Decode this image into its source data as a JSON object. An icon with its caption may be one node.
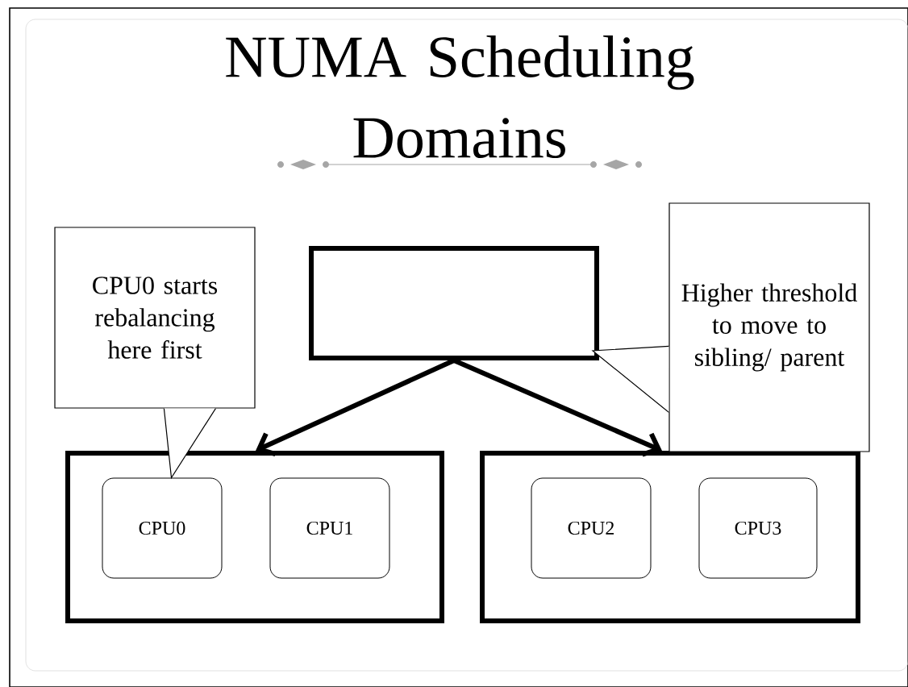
{
  "diagram": {
    "title": "NUMA Scheduling Domains",
    "nodes": [
      {
        "text": [],
        "shape": "box"
      },
      {
        "text": [],
        "shape": "box"
      },
      {
        "text": [],
        "shape": "box"
      },
      {
        "text": [
          "CPU0"
        ],
        "in": 1
      },
      {
        "text": [
          "CPU1"
        ],
        "in": 1
      },
      {
        "text": [
          "CPU2"
        ],
        "in": 2
      },
      {
        "text": [
          "CPU3"
        ],
        "in": 2
      },
      {
        "text": [
          "CPU0 starts rebalancing here first"
        ]
      },
      {
        "text": [
          "Higher threshold to move to sibling/ parent"
        ]
      }
    ],
    "edges": [
      {
        "from": 0,
        "to": 1,
        "arrow": "to",
        "style": "thick"
      },
      {
        "from": 0,
        "to": 2,
        "arrow": "to",
        "style": "thick"
      },
      {
        "from": 7,
        "to": 3,
        "arrow": "to"
      },
      {
        "from": 8,
        "to": 0,
        "arrow": "to"
      }
    ]
  }
}
